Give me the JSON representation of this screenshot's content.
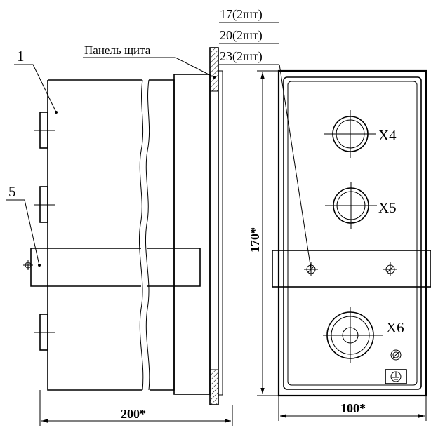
{
  "labels": {
    "part_1": "1",
    "part_5": "5",
    "panel": "Панель щита",
    "callout_17": "17(2шт)",
    "callout_20": "20(2шт)",
    "callout_23": "23(2шт)",
    "x4": "X4",
    "x5": "X5",
    "x6": "X6"
  },
  "dimensions": {
    "width_side": "200*",
    "width_front": "100*",
    "height_front": "170*"
  },
  "icons": [
    "ground-symbol-icon",
    "hatch-icon"
  ]
}
